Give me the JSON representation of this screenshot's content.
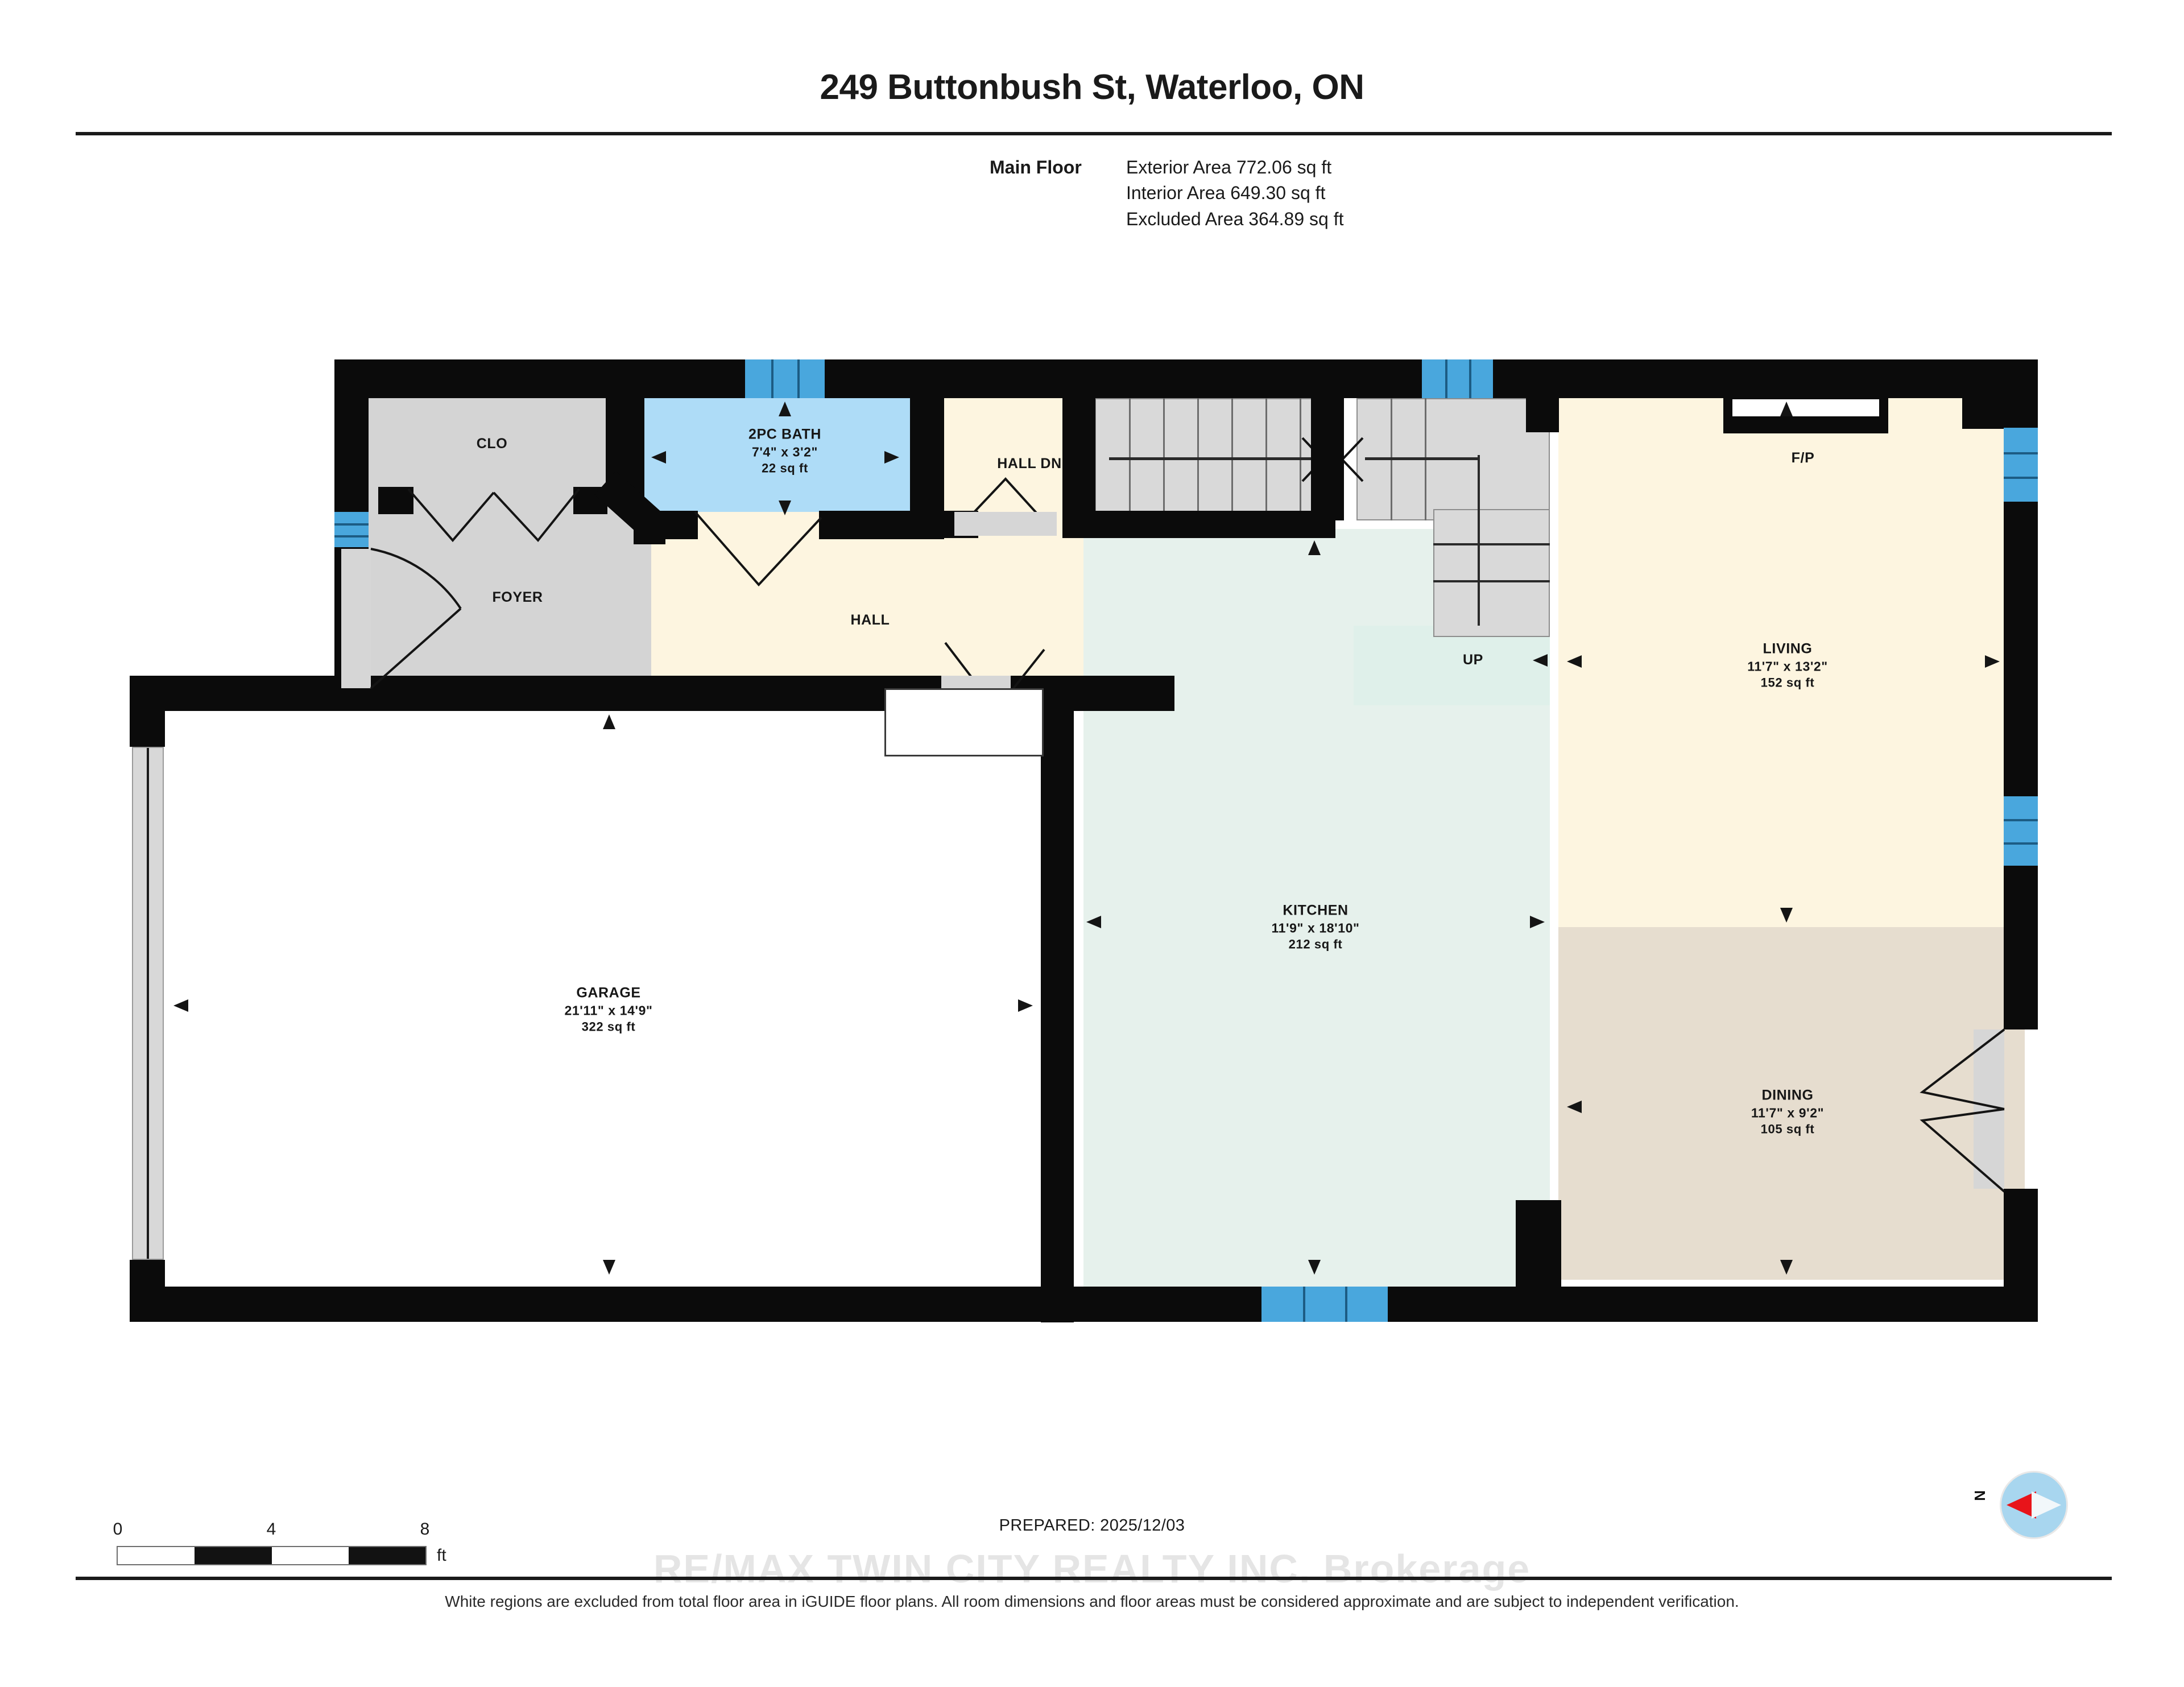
{
  "header": {
    "title": "249 Buttonbush St, Waterloo, ON",
    "floor_label": "Main Floor",
    "exterior_area": "Exterior Area 772.06 sq ft",
    "interior_area": "Interior Area 649.30 sq ft",
    "excluded_area": "Excluded Area 364.89 sq ft"
  },
  "rooms": [
    {
      "key": "clo",
      "name": "CLO",
      "dim": "",
      "sq": "",
      "color": "#e9e0d2"
    },
    {
      "key": "bath",
      "name": "2PC BATH",
      "dim": "7'4\" x 3'2\"",
      "sq": "22 sq ft",
      "color": "#aedcf7"
    },
    {
      "key": "foyer",
      "name": "FOYER",
      "dim": "",
      "sq": "",
      "color": "#d4d4d4"
    },
    {
      "key": "hall",
      "name": "HALL",
      "dim": "",
      "sq": "",
      "color": "#fdf5e0"
    },
    {
      "key": "halldn",
      "name": "HALL DN",
      "dim": "",
      "sq": "",
      "color": "#fdf5e0"
    },
    {
      "key": "up",
      "name": "UP",
      "dim": "",
      "sq": "",
      "color": "#dff0ea"
    },
    {
      "key": "living",
      "name": "LIVING",
      "dim": "11'7\" x 13'2\"",
      "sq": "152 sq ft",
      "color": "#fdf5e0"
    },
    {
      "key": "fp",
      "name": "F/P",
      "dim": "",
      "sq": "",
      "color": "#fdf5e0"
    },
    {
      "key": "kitchen",
      "name": "KITCHEN",
      "dim": "11'9\" x 18'10\"",
      "sq": "212 sq ft",
      "color": "#e6f1ec"
    },
    {
      "key": "dining",
      "name": "DINING",
      "dim": "11'7\" x 9'2\"",
      "sq": "105 sq ft",
      "color": "#e6ddcf"
    },
    {
      "key": "garage",
      "name": "GARAGE",
      "dim": "21'11\" x 14'9\"",
      "sq": "322 sq ft",
      "color": "#ffffff"
    }
  ],
  "footer": {
    "scale_ticks": [
      "0",
      "4",
      "8"
    ],
    "scale_unit": "ft",
    "prepared": "PREPARED: 2025/12/03",
    "watermark": "RE/MAX TWIN CITY REALTY INC.  Brokerage",
    "disclaimer": "White regions are excluded from total floor area in iGUIDE floor plans. All room dimensions and floor areas must be considered approximate and are subject to independent verification.",
    "compass_north": "N"
  },
  "colors": {
    "wall": "#0b0b0b",
    "window": "#49a7dd",
    "compass_needle": "#e8141a",
    "compass_dial": "#a8d6ef"
  }
}
